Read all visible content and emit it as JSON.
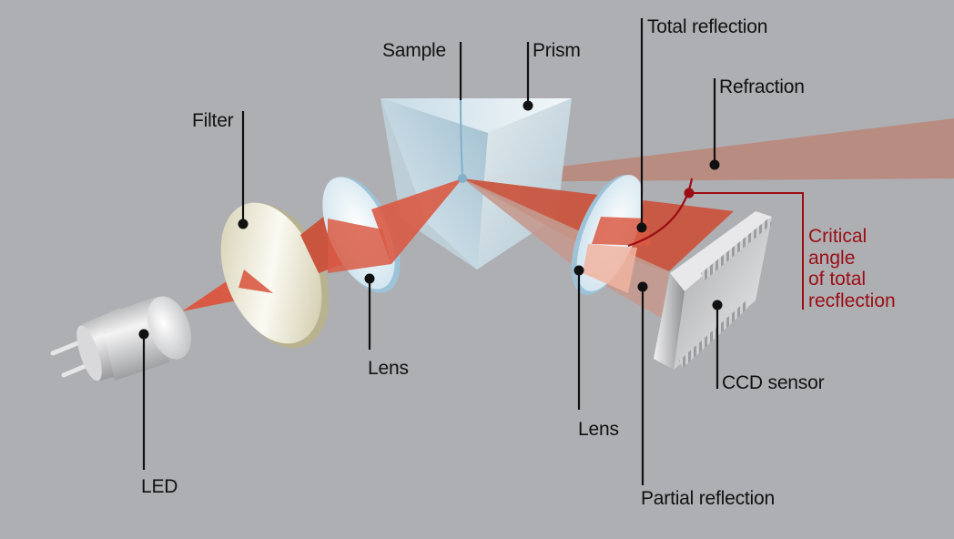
{
  "diagram": {
    "title": "Refractometer optical path",
    "background_color": "#aeafb3",
    "beam_color": "#d95a44",
    "critical_color": "#9b0d14"
  },
  "labels": {
    "led": "LED",
    "filter": "Filter",
    "lens_left": "Lens",
    "sample": "Sample",
    "prism": "Prism",
    "total_reflection": "Total reflection",
    "refraction": "Refraction",
    "critical_angle": [
      "Critical",
      "angle",
      "of total",
      "recflection"
    ],
    "lens_right": "Lens",
    "partial_reflection": "Partial reflection",
    "ccd_sensor": "CCD sensor"
  }
}
